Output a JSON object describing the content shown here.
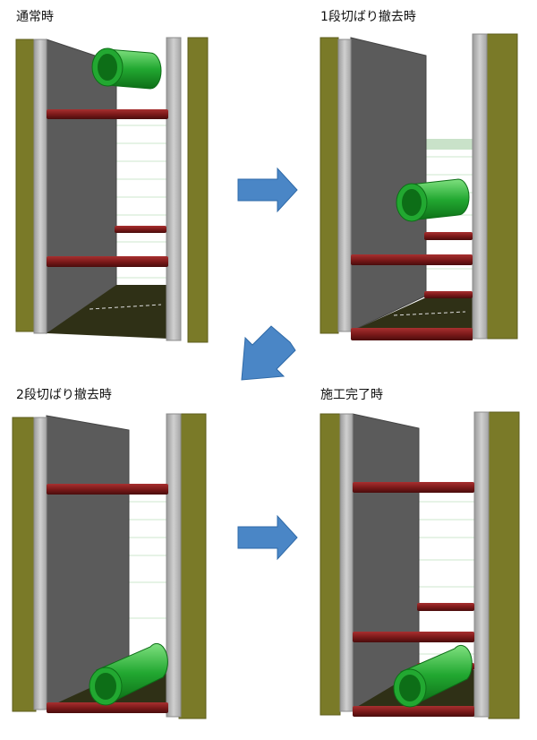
{
  "panels": [
    {
      "title": "通常時"
    },
    {
      "title": "1段切ばり撤去時"
    },
    {
      "title": "2段切ばり撤去時"
    },
    {
      "title": "施工完了時"
    }
  ],
  "colors": {
    "soil": "#7a7a28",
    "soil_edge": "#5e5e1c",
    "wall": "#b5b5b5",
    "wall_edge": "#8c8c8c",
    "pipe_wall": "#5b5b5b",
    "strut": "#7d1a1a",
    "pipe": "#22a831",
    "arrow": "#4a86c6"
  },
  "icons": [
    "right-arrow-icon",
    "down-left-arrow-icon",
    "right-arrow-icon"
  ]
}
